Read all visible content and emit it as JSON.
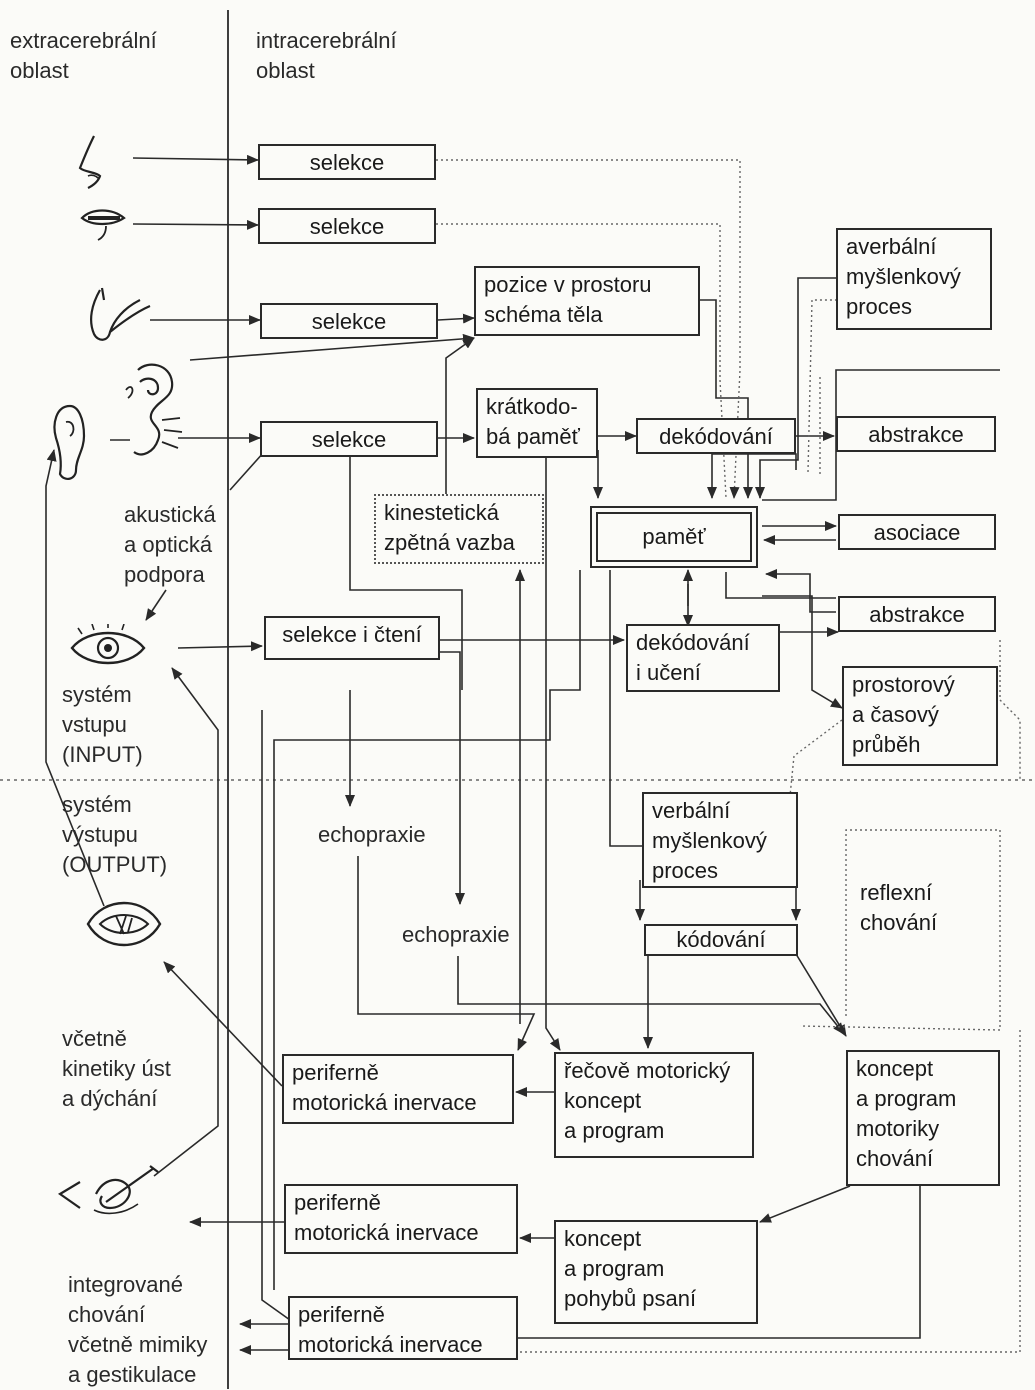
{
  "headers": {
    "extra": "extracerebrální\noblast",
    "intra": "intracerebrální\noblast"
  },
  "boxes": {
    "selekce_1": "selekce",
    "selekce_2": "selekce",
    "selekce_3": "selekce",
    "selekce_4": "selekce",
    "pozice": "pozice v prostoru\nschéma těla",
    "kratkodoba": "krátkodo-\nbá paměť",
    "dekodovani_1": "dekódování",
    "averbalni": "averbální\nmyšlenkový\nproces",
    "abstrakce_1": "abstrakce",
    "asociace": "asociace",
    "abstrakce_2": "abstrakce",
    "pamet": "paměť",
    "kinesteticka": "kinestetická\nzpětná vazba",
    "selekce_cteni": "selekce i čtení",
    "dekodovani_uceni": "dekódování\ni učení",
    "prostorovy": "prostorový\na časový\nprůběh",
    "verbalni": "verbální\nmyšlenkový\nproces",
    "kodovani": "kódování",
    "reflexni": "reflexní\nchování",
    "periferne_1": "periferně\nmotorická inervace",
    "recove": "řečově motorický\nkoncept\na program",
    "koncept_motoriky": "koncept\na program\nmotoriky\nchování",
    "periferne_2": "periferně\nmotorická inervace",
    "koncept_psani": "koncept\na program\npohybů psaní",
    "periferne_3": "periferně\nmotorická inervace"
  },
  "labels": {
    "akusticka": "akustická\na optická\npodpora",
    "system_vstupu": "systém\nvstupu\n(INPUT)",
    "system_vystupu": "systém\nvýstupu\n(OUTPUT)",
    "vcetne_kinetiky": "včetně\nkinetiky úst\na dýchání",
    "integrovane": "integrované\nchování\nvčetně mimiky\na gestikulace",
    "echopraxie_1": "echopraxie",
    "echopraxie_2": "echopraxie"
  },
  "icons": [
    "nose-icon",
    "mouth-icon",
    "hand-icon",
    "inner-ear-icon",
    "ear-icon",
    "eye-icon",
    "speaking-mouth-icon",
    "writing-hand-icon"
  ]
}
